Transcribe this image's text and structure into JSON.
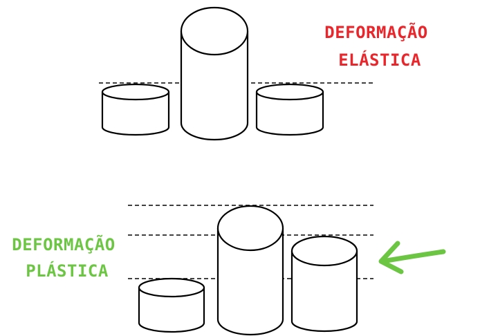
{
  "elastic": {
    "label_line1": "DEFORMAÇÃO",
    "label_line2": "ELÁSTICA",
    "color": "#e8262b"
  },
  "plastic": {
    "label_line1": "DEFORMAÇÃO",
    "label_line2": "PLÁSTICA",
    "color": "#6cc644"
  },
  "arrow": {
    "icon": "arrow-left-icon",
    "color": "#6cc644"
  }
}
